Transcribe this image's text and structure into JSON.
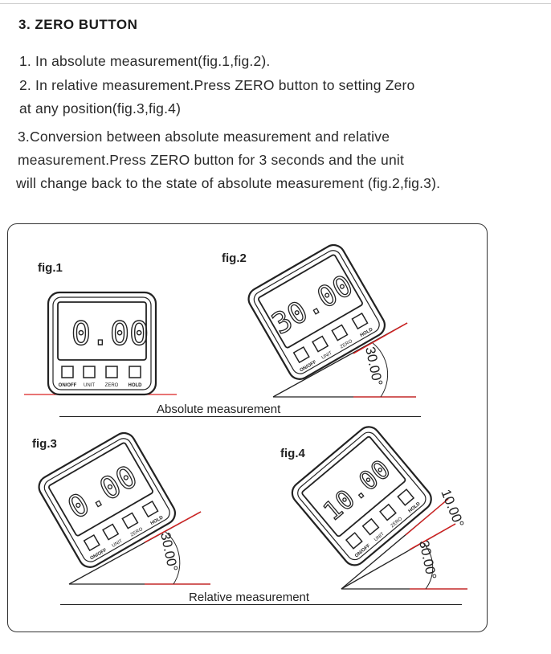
{
  "section": {
    "heading": "3. ZERO  BUTTON",
    "lines": [
      "1. In absolute measurement(fig.1,fig.2).",
      "2. In relative measurement.Press ZERO button to setting Zero",
      "at any position(fig.3,fig.4)",
      "3.Conversion between absolute measurement and relative",
      "measurement.Press ZERO button for 3 seconds and the unit",
      "will change back to the state of absolute measurement (fig.2,fig.3)."
    ]
  },
  "figures": {
    "fig1": {
      "label": "fig.1",
      "display": "0.00",
      "buttons": [
        "ON/OFF",
        "UNIT",
        "ZERO",
        "HOLD"
      ]
    },
    "fig2": {
      "label": "fig.2",
      "display": "30.00",
      "angle": "30.00°"
    },
    "fig3": {
      "label": "fig.3",
      "display": "0.00",
      "angle": "30.00°"
    },
    "fig4": {
      "label": "fig.4",
      "display": "10.00",
      "angle_small": "10.00°",
      "angle_large": "30.00°"
    },
    "absolute_caption": "Absolute measurement",
    "relative_caption": "Relative measurement"
  },
  "colors": {
    "line_red": "#d92020",
    "ink": "#222222"
  }
}
